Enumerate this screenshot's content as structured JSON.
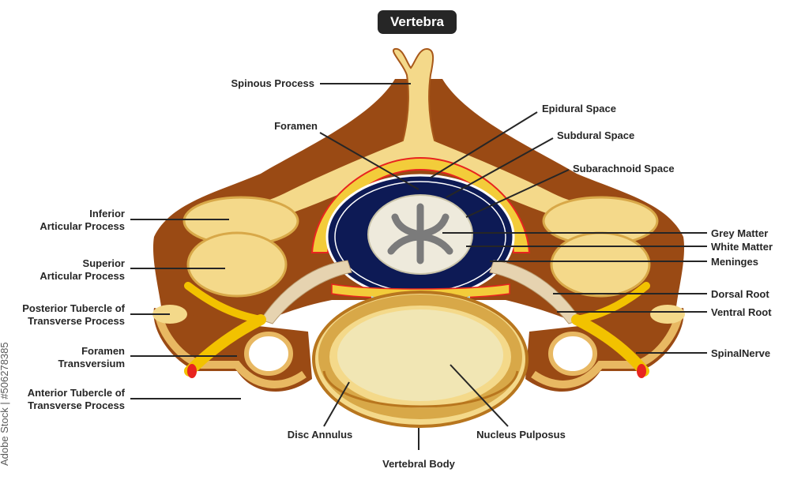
{
  "title": "Vertebra",
  "labels": {
    "spinous_process": "Spinous Process",
    "foramen": "Foramen",
    "epidural_space": "Epidural Space",
    "subdural_space": "Subdural Space",
    "subarachnoid_space": "Subarachnoid Space",
    "inferior_articular_1": "Inferior",
    "inferior_articular_2": "Articular Process",
    "superior_articular_1": "Superior",
    "superior_articular_2": "Articular Process",
    "posterior_tubercle_1": "Posterior Tubercle of",
    "posterior_tubercle_2": "Transverse Process",
    "foramen_transversium_1": "Foramen",
    "foramen_transversium_2": "Transversium",
    "anterior_tubercle_1": "Anterior Tubercle of",
    "anterior_tubercle_2": "Transverse Process",
    "grey_matter": "Grey Matter",
    "white_matter": "White Matter",
    "meninges": "Meninges",
    "dorsal_root": "Dorsal Root",
    "ventral_root": "Ventral Root",
    "spinal_nerve": "SpinalNerve",
    "disc_annulus": "Disc Annulus",
    "nucleus_pulposus": "Nucleus Pulposus",
    "vertebral_body": "Vertebral Body"
  },
  "watermark": "Adobe Stock | #506278385",
  "colors": {
    "bone_dark": "#9a4a14",
    "bone_light": "#f4d98a",
    "bone_mid": "#d8a848",
    "nerve": "#f2c200",
    "csf": "#0d1a55",
    "cord_white": "#eeeadc",
    "cord_grey": "#7b7b7b",
    "fat": "#f3cc3a",
    "meninges_red": "#e8241f"
  }
}
